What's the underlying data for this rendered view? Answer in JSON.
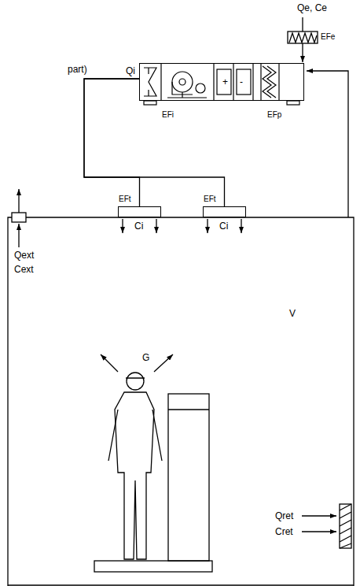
{
  "diagram": {
    "nodes": [
      {
        "text": [
          "EFi",
          "EFp"
        ]
      },
      {
        "text": [
          "EFt",
          "Ci"
        ]
      },
      {
        "text": [
          "EFt",
          "Ci"
        ]
      }
    ],
    "edges": [
      {
        "from": 0,
        "to": 1,
        "arrow": "none"
      },
      {
        "from": 0,
        "to": 2,
        "arrow": "none"
      }
    ],
    "labels": [
      "part)",
      "Qe, Ce",
      "EFe",
      "Qi",
      "+",
      "-",
      "Qext",
      "Cext",
      "G",
      "V",
      "Qret",
      "Cret"
    ]
  }
}
